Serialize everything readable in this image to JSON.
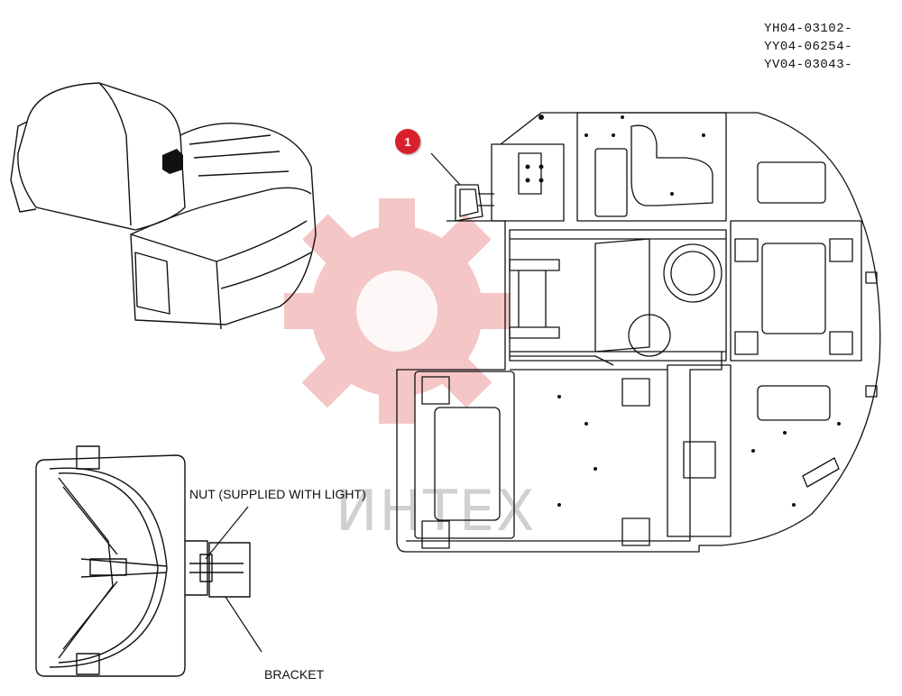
{
  "serials": [
    "YH04-03102-",
    "YY04-06254-",
    "YV04-03043-"
  ],
  "callout": {
    "number": "1",
    "color": "#d9212e"
  },
  "labels": {
    "nut": "NUT (SUPPLIED WITH LIGHT)",
    "bracket": "BRACKET"
  },
  "watermark": {
    "text": "ИНТЕХ"
  }
}
